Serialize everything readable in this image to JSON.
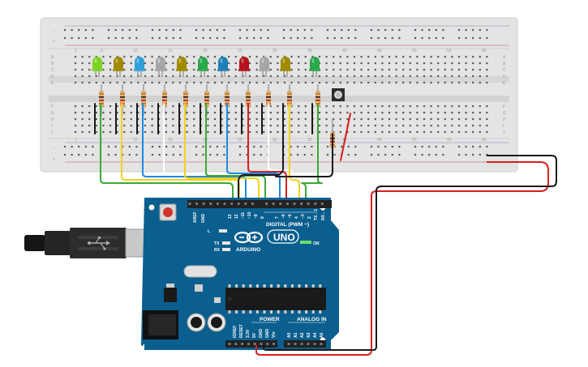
{
  "breadboard": {
    "column_numbers": [
      "1",
      "5",
      "10",
      "15",
      "20",
      "25",
      "30",
      "35",
      "40",
      "45",
      "50",
      "55",
      "60"
    ],
    "row_letters_top": [
      "A",
      "B",
      "C",
      "D",
      "E"
    ],
    "row_letters_bottom": [
      "F",
      "G",
      "H",
      "I",
      "J"
    ],
    "rail_minus": "−",
    "rail_plus": "+",
    "led_colors": [
      "#7ed321",
      "#a08a00",
      "#2f9fd8",
      "#a6a6a6",
      "#a08a00",
      "#2aa84a",
      "#1e7fb5",
      "#b3121c",
      "#a6a6a6",
      "#a08a00",
      "#2aa84a"
    ],
    "wire_colors": {
      "green": "#3aa935",
      "yellow": "#f2d21b",
      "blue": "#1e88e5",
      "white": "#ffffff",
      "black": "#1a1a1a",
      "red": "#d81e1e"
    }
  },
  "arduino": {
    "logo": "ARDUINO",
    "model": "UNO",
    "on_label": "ON",
    "led_labels": [
      "L",
      "TX",
      "RX"
    ],
    "digital_header_label": "DIGITAL (PWM ~)",
    "top_pin_labels": [
      "AREF",
      "GND",
      "13",
      "12",
      "~11",
      "~10",
      "~9",
      "8",
      "7",
      "~6",
      "~5",
      "4",
      "~3",
      "2",
      "TX→1",
      "RX←0"
    ],
    "power_label": "POWER",
    "analog_label": "ANALOG IN",
    "power_pins": [
      "IOREF",
      "RESET",
      "3.3V",
      "5V",
      "GND",
      "GND",
      "Vin"
    ],
    "analog_pins": [
      "A0",
      "A1",
      "A2",
      "A3",
      "A4",
      "A5"
    ],
    "board_color": "#0b5f8f"
  }
}
